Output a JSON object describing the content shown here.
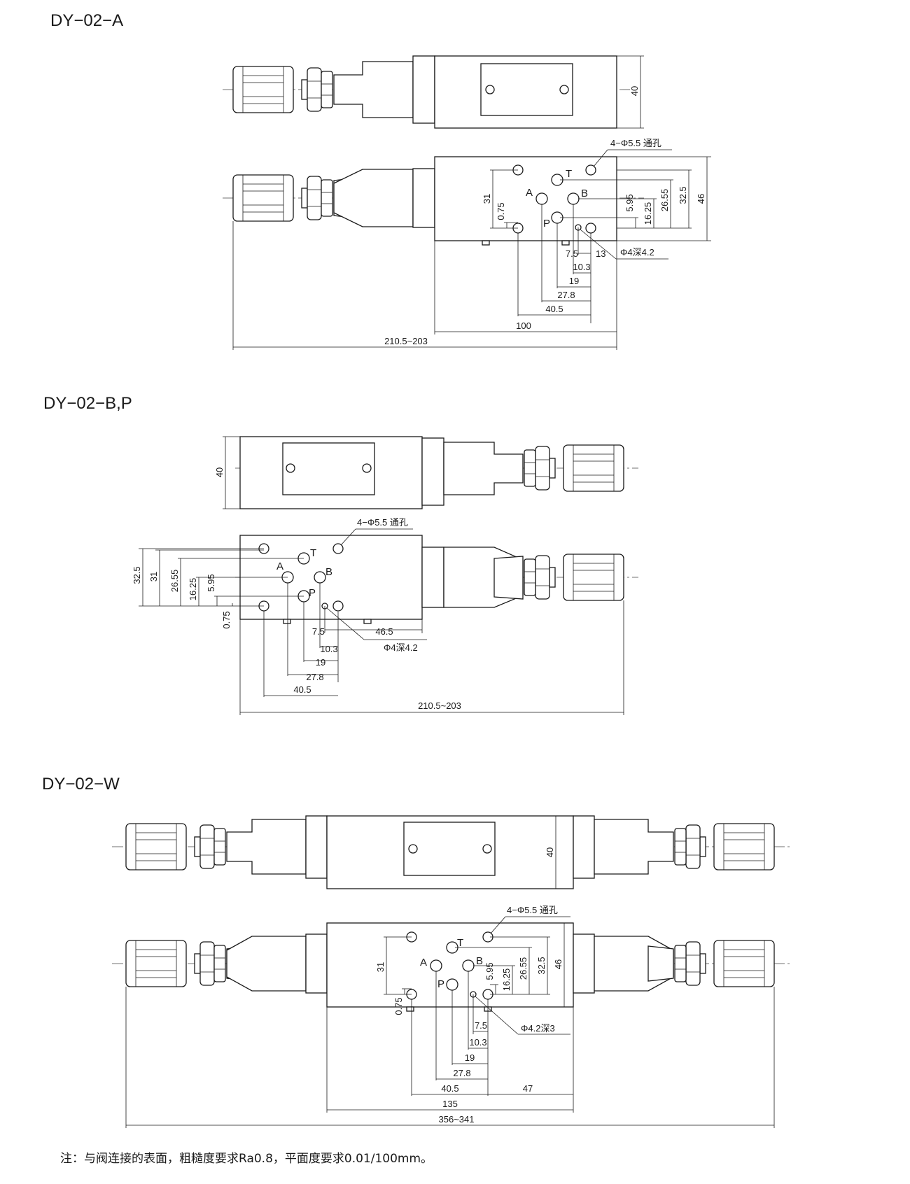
{
  "views": [
    {
      "title": "DY−02−A",
      "dims": {
        "h40": "40",
        "thru_holes": "4−Φ5.5 通孔",
        "d31": "31",
        "d075": "0.75",
        "d595": "5.95",
        "d1625": "16.25",
        "d2655": "26.55",
        "d325": "32.5",
        "d46": "46",
        "d75": "7.5",
        "d13": "13",
        "pin_hole": "Φ4深4.2",
        "d103": "10.3",
        "d19": "19",
        "d278": "27.8",
        "d405": "40.5",
        "d100": "100",
        "overall": "210.5~203"
      }
    },
    {
      "title": "DY−02−B,P",
      "dims": {
        "h40": "40",
        "thru_holes": "4−Φ5.5 通孔",
        "d325": "32.5",
        "d31": "31",
        "d2655": "26.55",
        "d1625": "16.25",
        "d595": "5.95",
        "d075": "0.75",
        "d75": "7.5",
        "d465": "46.5",
        "pin_hole": "Φ4深4.2",
        "d103": "10.3",
        "d19": "19",
        "d278": "27.8",
        "d405": "40.5",
        "overall": "210.5~203"
      }
    },
    {
      "title": "DY−02−W",
      "dims": {
        "h40": "40",
        "thru_holes": "4−Φ5.5 通孔",
        "d31": "31",
        "d595": "5.95",
        "d1625": "16.25",
        "d2655": "26.55",
        "d325": "32.5",
        "d46": "46",
        "d075": "0.75",
        "d75": "7.5",
        "pin_hole": "Φ4.2深3",
        "d103": "10.3",
        "d19": "19",
        "d278": "27.8",
        "d405": "40.5",
        "d47": "47",
        "d135": "135",
        "overall": "356~341"
      }
    }
  ],
  "ports": {
    "A": "A",
    "B": "B",
    "T": "T",
    "P": "P"
  },
  "note": "注：与阀连接的表面，粗糙度要求Ra0.8，平面度要求0.01/100mm。"
}
